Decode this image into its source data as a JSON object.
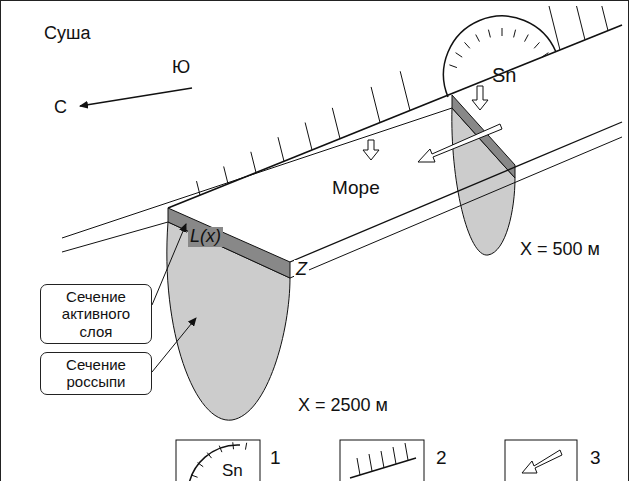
{
  "diagram": {
    "nodes": [
      {
        "text": [
          "Сечение активного слоя"
        ]
      },
      {
        "text": [
          "Сечение россыпи"
        ]
      }
    ],
    "labels": [
      "Суша",
      "Ю",
      "С",
      "Sn",
      "Море",
      "L(x)",
      "Z",
      "X = 500 м",
      "X = 2500 м",
      "Sn"
    ],
    "legend": [
      {
        "text": "1"
      },
      {
        "text": "2"
      },
      {
        "text": "3"
      }
    ]
  }
}
